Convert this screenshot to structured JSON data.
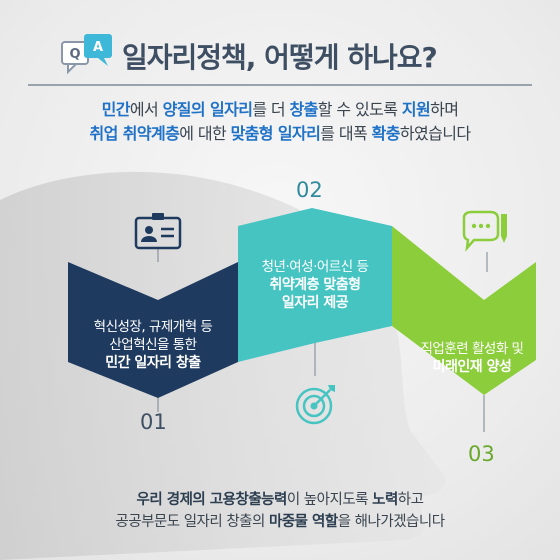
{
  "header": {
    "q_letter": "Q",
    "a_letter": "A",
    "title": "일자리정책, 어떻게 하나요?"
  },
  "subtitle": {
    "line1": [
      {
        "text": "민간",
        "style": "b"
      },
      {
        "text": "에서 ",
        "style": "n"
      },
      {
        "text": "양질의 일자리",
        "style": "b"
      },
      {
        "text": "를 더 ",
        "style": "n"
      },
      {
        "text": "창출",
        "style": "b"
      },
      {
        "text": "할 수 있도록 ",
        "style": "n"
      },
      {
        "text": "지원",
        "style": "b"
      },
      {
        "text": "하며",
        "style": "n"
      }
    ],
    "line2": [
      {
        "text": "취업 취약계층",
        "style": "b"
      },
      {
        "text": "에 대한 ",
        "style": "n"
      },
      {
        "text": "맞춤형 일자리",
        "style": "b"
      },
      {
        "text": "를 대폭 ",
        "style": "n"
      },
      {
        "text": "확충",
        "style": "b"
      },
      {
        "text": "하였습니다",
        "style": "n"
      }
    ]
  },
  "steps": [
    {
      "num": "01",
      "line1": "혁신성장, 규제개혁 등",
      "line2": "산업혁신을 통한",
      "strong": "민간 일자리 창출",
      "icon": "id-card-icon"
    },
    {
      "num": "02",
      "line1": "청년·여성·어르신 등",
      "strong1": "취약계층 맞춤형",
      "strong2": "일자리 제공",
      "icon": "target-icon"
    },
    {
      "num": "03",
      "line1": "직업훈련 활성화 및",
      "strong": "미래인재 양성",
      "icon": "chat-pencil-icon"
    }
  ],
  "footer": {
    "line1": [
      {
        "text": "우리 경제의 고용창출능력",
        "style": "b"
      },
      {
        "text": "이 높아지도록 ",
        "style": "n"
      },
      {
        "text": "노력",
        "style": "b"
      },
      {
        "text": "하고",
        "style": "n"
      }
    ],
    "line2": [
      {
        "text": "공공부문도 일자리 창출의 ",
        "style": "n"
      },
      {
        "text": "마중물 역할",
        "style": "b"
      },
      {
        "text": "을 해나가겠습니다",
        "style": "n"
      }
    ]
  },
  "colors": {
    "navy": "#1f3a5f",
    "teal": "#3fc3c5",
    "green": "#8ccd3c",
    "title": "#3f4f63",
    "accent_blue": "#1f72c7"
  }
}
